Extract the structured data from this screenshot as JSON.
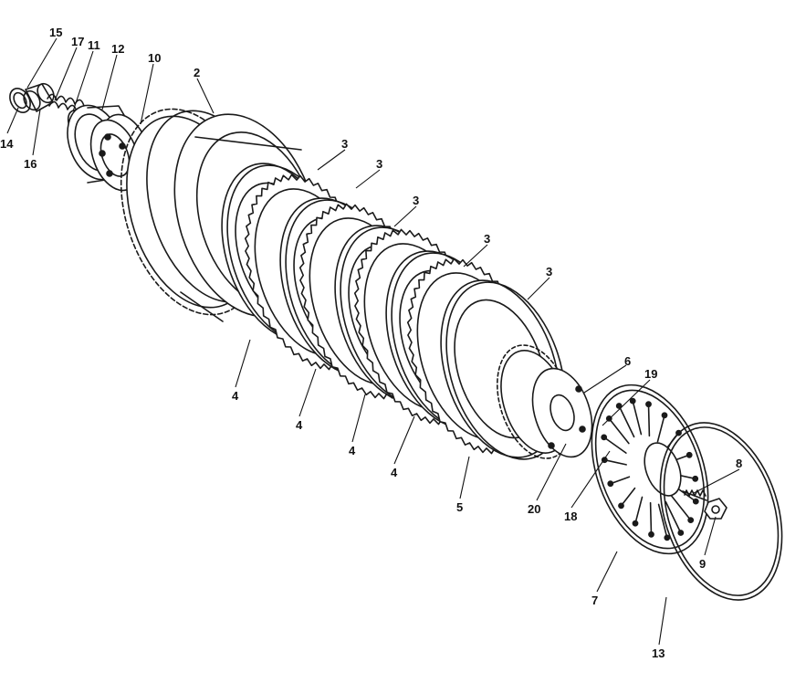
{
  "callouts": [
    {
      "id": "c15",
      "text": "15"
    },
    {
      "id": "c17",
      "text": "17"
    },
    {
      "id": "c11",
      "text": "11"
    },
    {
      "id": "c12",
      "text": "12"
    },
    {
      "id": "c10",
      "text": "10"
    },
    {
      "id": "c14",
      "text": "14"
    },
    {
      "id": "c16",
      "text": "16"
    },
    {
      "id": "c2",
      "text": "2"
    },
    {
      "id": "c3a",
      "text": "3"
    },
    {
      "id": "c3b",
      "text": "3"
    },
    {
      "id": "c3c",
      "text": "3"
    },
    {
      "id": "c3d",
      "text": "3"
    },
    {
      "id": "c3e",
      "text": "3"
    },
    {
      "id": "c4a",
      "text": "4"
    },
    {
      "id": "c4b",
      "text": "4"
    },
    {
      "id": "c4c",
      "text": "4"
    },
    {
      "id": "c4d",
      "text": "4"
    },
    {
      "id": "c5",
      "text": "5"
    },
    {
      "id": "c6",
      "text": "6"
    },
    {
      "id": "c19",
      "text": "19"
    },
    {
      "id": "c20",
      "text": "20"
    },
    {
      "id": "c18",
      "text": "18"
    },
    {
      "id": "c8",
      "text": "8"
    },
    {
      "id": "c9",
      "text": "9"
    },
    {
      "id": "c7",
      "text": "7"
    },
    {
      "id": "c13",
      "text": "13"
    }
  ]
}
